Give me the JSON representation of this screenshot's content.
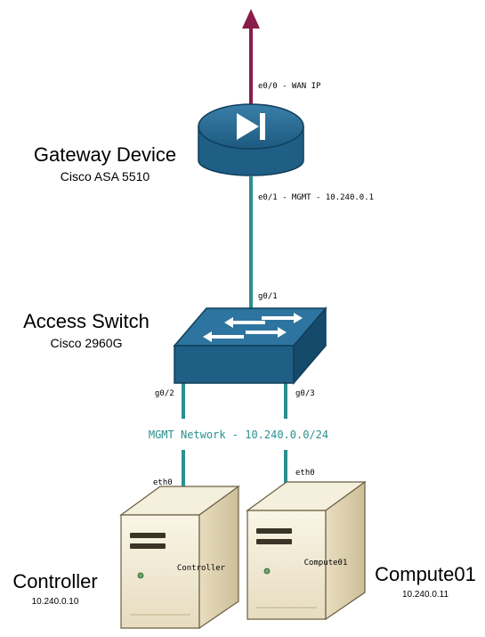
{
  "gateway": {
    "title": "Gateway Device",
    "model": "Cisco ASA 5510",
    "wan_port_label": "e0/0 - WAN IP",
    "mgmt_port_label": "e0/1 - MGMT - 10.240.0.1"
  },
  "switch": {
    "title": "Access Switch",
    "model": "Cisco 2960G",
    "uplink_port_label": "g0/1",
    "port_controller_label": "g0/2",
    "port_compute_label": "g0/3"
  },
  "network": {
    "label": "MGMT Network - 10.240.0.0/24"
  },
  "controller": {
    "title": "Controller",
    "ip": "10.240.0.10",
    "case_label": "Controller",
    "nic_label": "eth0"
  },
  "compute": {
    "title": "Compute01",
    "ip": "10.240.0.11",
    "case_label": "Compute01",
    "nic_label": "eth0"
  },
  "colors": {
    "link": "#2a8f8f",
    "wan_arrow": "#8a1c4a",
    "device_blue": "#1f5f86",
    "device_blue_dark": "#164a6a",
    "server_face": "#f2ead6",
    "server_side": "#d9cca8"
  },
  "icons": {
    "gateway": "firewall-router-icon",
    "switch": "network-switch-icon",
    "server": "tower-server-icon",
    "wan": "arrow-up-icon"
  }
}
